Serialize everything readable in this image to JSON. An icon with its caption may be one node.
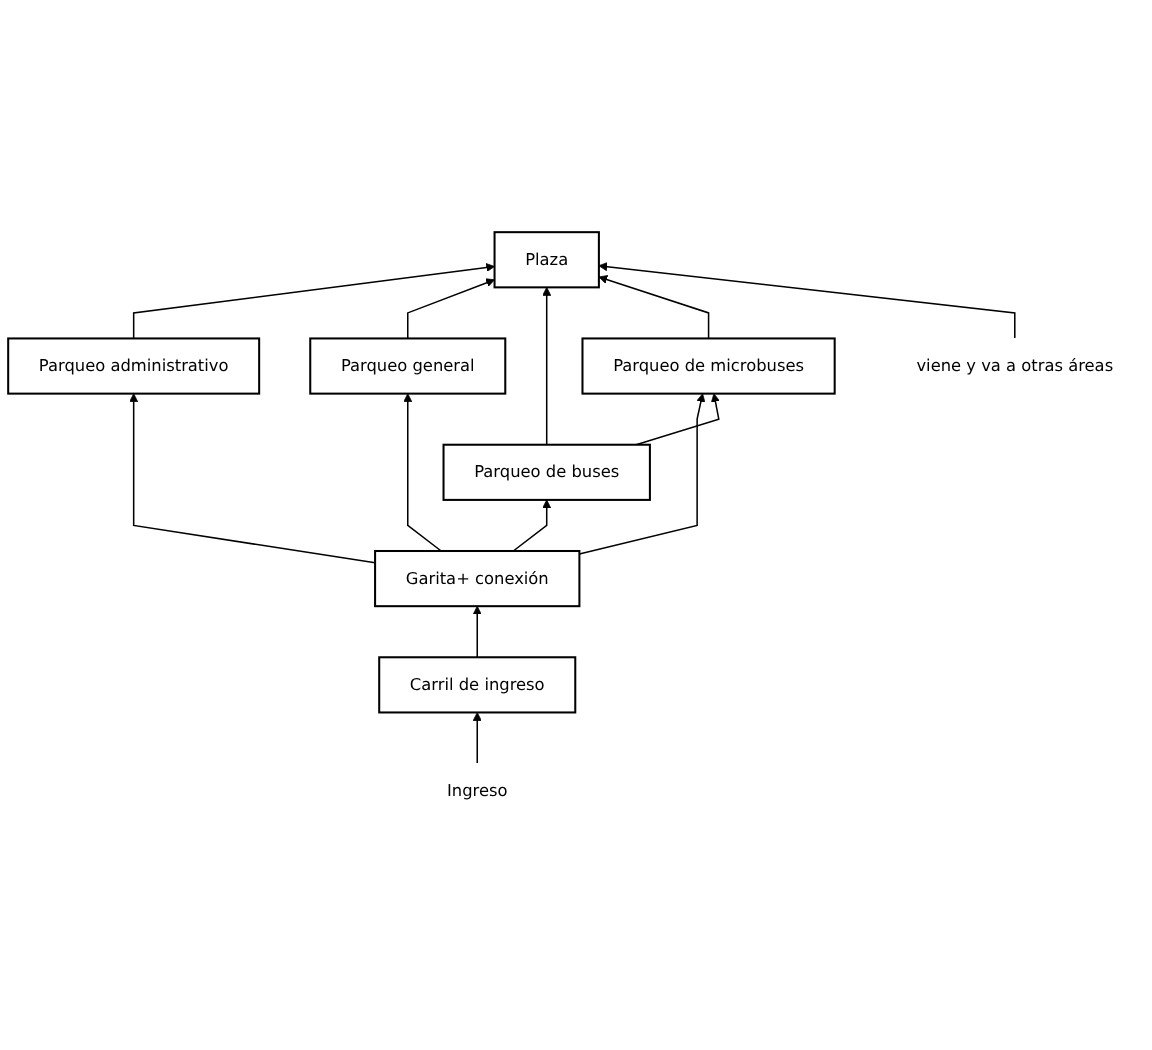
{
  "diagram": {
    "nodes": [
      {
        "text": [
          "Plaza"
        ]
      },
      {
        "text": [
          "viene y va a otras áreas"
        ]
      },
      {
        "text": [
          "Parqueo administrativo"
        ]
      },
      {
        "text": [
          "Parqueo general"
        ]
      },
      {
        "text": [
          "Parqueo de buses"
        ]
      },
      {
        "text": [
          "Parqueo de microbuses"
        ]
      },
      {
        "text": [
          "Garita+ conexión"
        ]
      },
      {
        "text": [
          "Carril de ingreso"
        ]
      },
      {
        "text": [
          "Ingreso"
        ]
      }
    ],
    "edges": [
      {
        "from": 8,
        "to": 7,
        "arrow": "to"
      },
      {
        "from": 7,
        "to": 6,
        "arrow": "to"
      },
      {
        "from": 6,
        "to": 2,
        "arrow": "to"
      },
      {
        "from": 6,
        "to": 3,
        "arrow": "to"
      },
      {
        "from": 6,
        "to": 4,
        "arrow": "to"
      },
      {
        "from": 6,
        "to": 5,
        "arrow": "to"
      },
      {
        "from": 4,
        "to": 5,
        "arrow": "to"
      },
      {
        "from": 2,
        "to": 0,
        "arrow": "to"
      },
      {
        "from": 3,
        "to": 0,
        "arrow": "to"
      },
      {
        "from": 4,
        "to": 0,
        "arrow": "to"
      },
      {
        "from": 5,
        "to": 0,
        "arrow": "to"
      },
      {
        "from": 1,
        "to": 0,
        "arrow": "to"
      }
    ]
  }
}
